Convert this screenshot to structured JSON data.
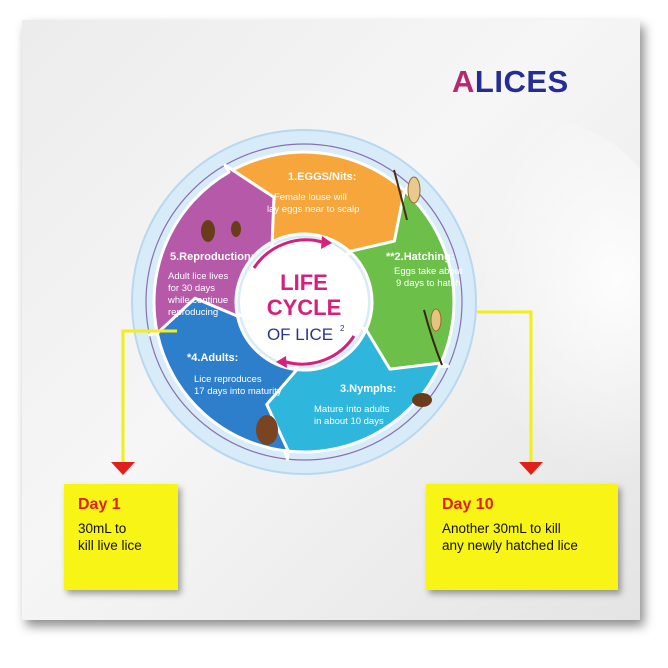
{
  "logo": {
    "letter": "A",
    "rest": "LICES"
  },
  "center": {
    "line1": "LIFE",
    "line2": "CYCLE",
    "line3": "OF LICE",
    "superscript": "2"
  },
  "stages": [
    {
      "title": "1.EGGS/Nits:",
      "lines": [
        "Female louse will",
        "lay eggs near to scalp"
      ],
      "color": "#f6a63a"
    },
    {
      "title": "**2.Hatching:",
      "lines": [
        "Eggs take about",
        "9 days to hatch"
      ],
      "color": "#6cc04a"
    },
    {
      "title": "3.Nymphs:",
      "lines": [
        "Mature into adults",
        "in about 10 days"
      ],
      "color": "#2fb6dd"
    },
    {
      "title": "*4.Adults:",
      "lines": [
        "Lice reproduces",
        "17 days into maturity"
      ],
      "color": "#2d7fcb"
    },
    {
      "title": "5.Reproduction:",
      "lines": [
        "Adult lice lives",
        "for 30 days",
        "while continue",
        "reproducing"
      ],
      "color": "#b559a8"
    }
  ],
  "callouts": [
    {
      "day": "Day 1",
      "lines": [
        "30mL to",
        "kill live lice"
      ]
    },
    {
      "day": "Day 10",
      "lines": [
        "Another 30mL to kill",
        "any newly hatched lice"
      ]
    }
  ],
  "colors": {
    "box": "#f7f416",
    "day_text": "#e0201b",
    "arrow_marker": "#e0201b",
    "ring_outer": "#cfe6f7",
    "center_accent": "#d6207a",
    "center_text": "#2b3590"
  }
}
